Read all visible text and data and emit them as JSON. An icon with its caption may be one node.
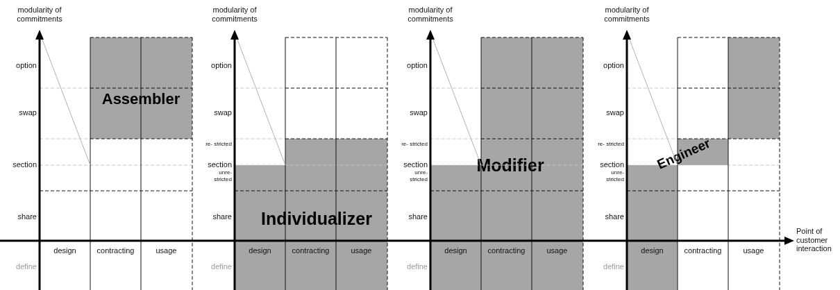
{
  "diagram": {
    "nodes": [
      {
        "text": [
          "Assembler"
        ]
      },
      {
        "text": [
          "Individualizer"
        ]
      },
      {
        "text": [
          "Modifier"
        ]
      },
      {
        "text": [
          "Engineer"
        ]
      }
    ],
    "labels": [
      "modularity of commitments",
      "option",
      "swap",
      "section",
      "share",
      "design",
      "contracting",
      "usage",
      "define",
      "modularity of commitments",
      "option",
      "swap",
      "re- stricted",
      "section",
      "unre- stricted",
      "share",
      "design",
      "contracting",
      "usage",
      "define",
      "modularity of commitments",
      "option",
      "swap",
      "re- stricted",
      "section",
      "unre- stricted",
      "share",
      "design",
      "contracting",
      "usage",
      "define",
      "modularity of commitments",
      "option",
      "swap",
      "re- stricted",
      "section",
      "unre- stricted",
      "share",
      "design",
      "contracting",
      "usage",
      "define",
      "Point of customer interaction"
    ]
  }
}
